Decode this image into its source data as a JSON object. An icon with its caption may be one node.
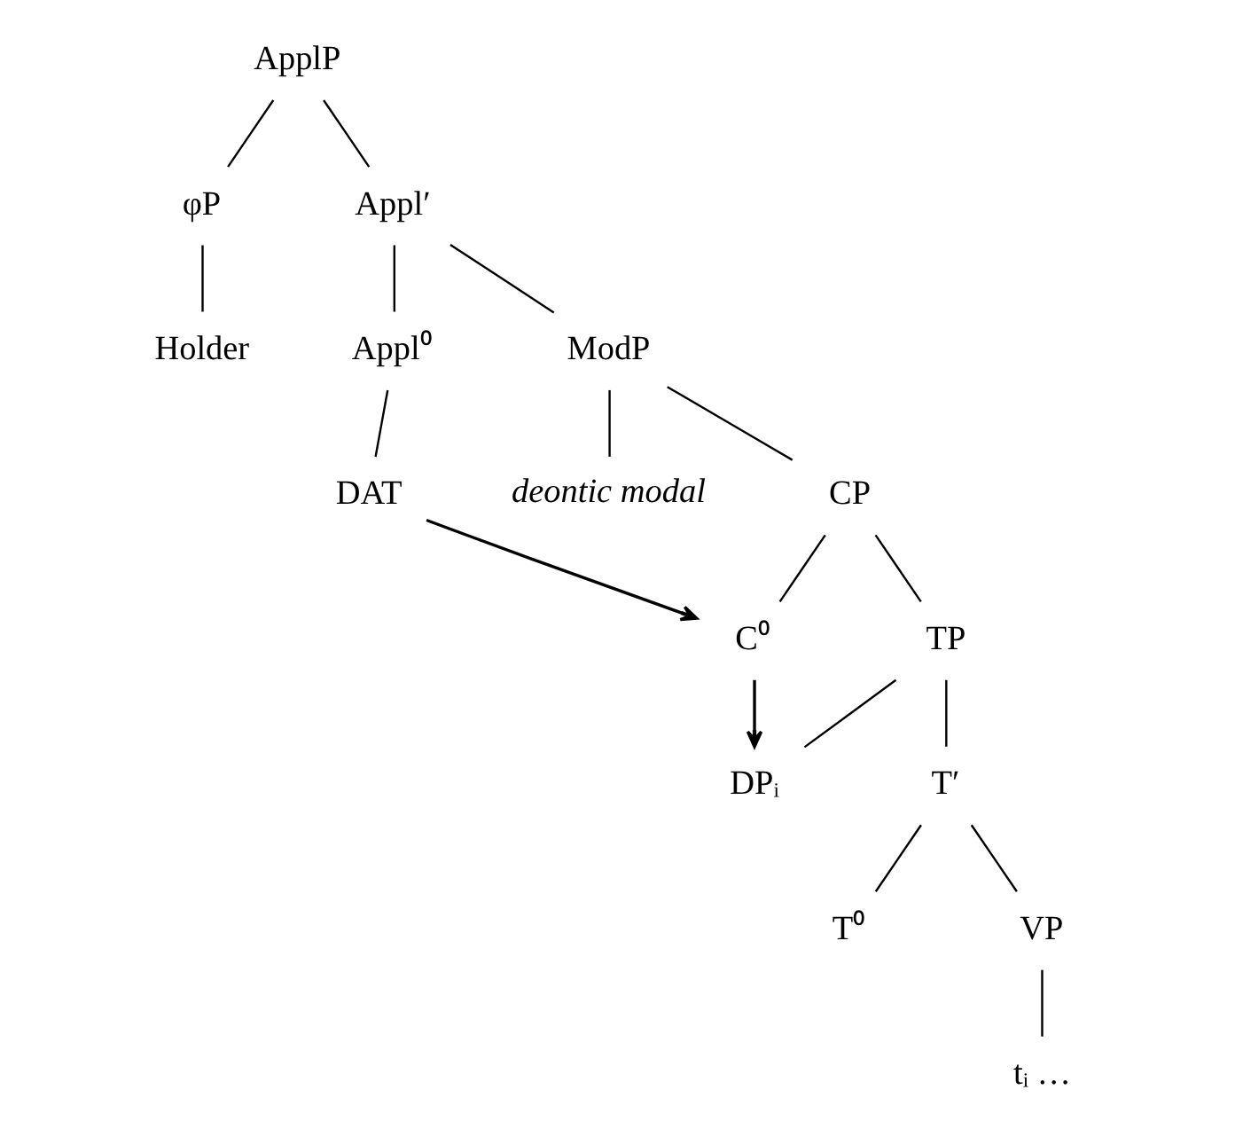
{
  "diagram": {
    "nodes": [
      {
        "text": [
          "ApplP"
        ]
      },
      {
        "text": [
          "φP"
        ]
      },
      {
        "text": [
          "Holder"
        ]
      },
      {
        "text": [
          "Appl′"
        ]
      },
      {
        "text": [
          "Appl⁰"
        ]
      },
      {
        "text": [
          "ModP"
        ]
      },
      {
        "text": [
          "deontic modal"
        ]
      },
      {
        "text": [
          "CP"
        ]
      },
      {
        "text": [
          "DAT"
        ]
      },
      {
        "text": [
          "C⁰"
        ]
      },
      {
        "text": [
          "TP"
        ]
      },
      {
        "text": [
          "DPᵢ"
        ]
      },
      {
        "text": [
          "T′"
        ]
      },
      {
        "text": [
          "T⁰"
        ]
      },
      {
        "text": [
          "VP"
        ]
      },
      {
        "text": [
          "tᵢ …"
        ]
      }
    ],
    "edges": [
      {
        "from": 0,
        "to": 1,
        "arrow": "none"
      },
      {
        "from": 0,
        "to": 3,
        "arrow": "none"
      },
      {
        "from": 1,
        "to": 2,
        "arrow": "none"
      },
      {
        "from": 3,
        "to": 4,
        "arrow": "none"
      },
      {
        "from": 3,
        "to": 5,
        "arrow": "none"
      },
      {
        "from": 5,
        "to": 6,
        "arrow": "none"
      },
      {
        "from": 5,
        "to": 7,
        "arrow": "none"
      },
      {
        "from": 7,
        "to": 9,
        "arrow": "none"
      },
      {
        "from": 7,
        "to": 10,
        "arrow": "none"
      },
      {
        "from": 10,
        "to": 11,
        "arrow": "none"
      },
      {
        "from": 10,
        "to": 12,
        "arrow": "none"
      },
      {
        "from": 12,
        "to": 13,
        "arrow": "none"
      },
      {
        "from": 12,
        "to": 14,
        "arrow": "none"
      },
      {
        "from": 14,
        "to": 15,
        "arrow": "none"
      },
      {
        "from": 4,
        "to": 8,
        "arrow": "none"
      },
      {
        "from": 8,
        "to": 9,
        "arrow": "to"
      },
      {
        "from": 9,
        "to": 11,
        "arrow": "to"
      }
    ]
  }
}
